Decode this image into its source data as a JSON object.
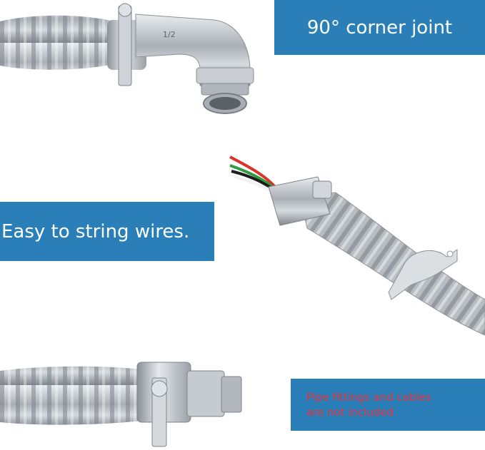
{
  "banners": {
    "corner_joint": "90° corner joint",
    "string_wires": "Easy to string wires.",
    "notice_line1": "Pipe fittings and cables",
    "notice_line2": "are not included"
  },
  "fitting_marking": "1/2",
  "colors": {
    "banner_bg": "#2a7fb8",
    "banner_text": "#ffffff",
    "notice_text": "#e8303a",
    "metal": "#b9bec3",
    "wire_red": "#d9342b",
    "wire_green": "#2f9a3f",
    "wire_black": "#1d1d1d",
    "wire_white": "#f2f2f2"
  }
}
